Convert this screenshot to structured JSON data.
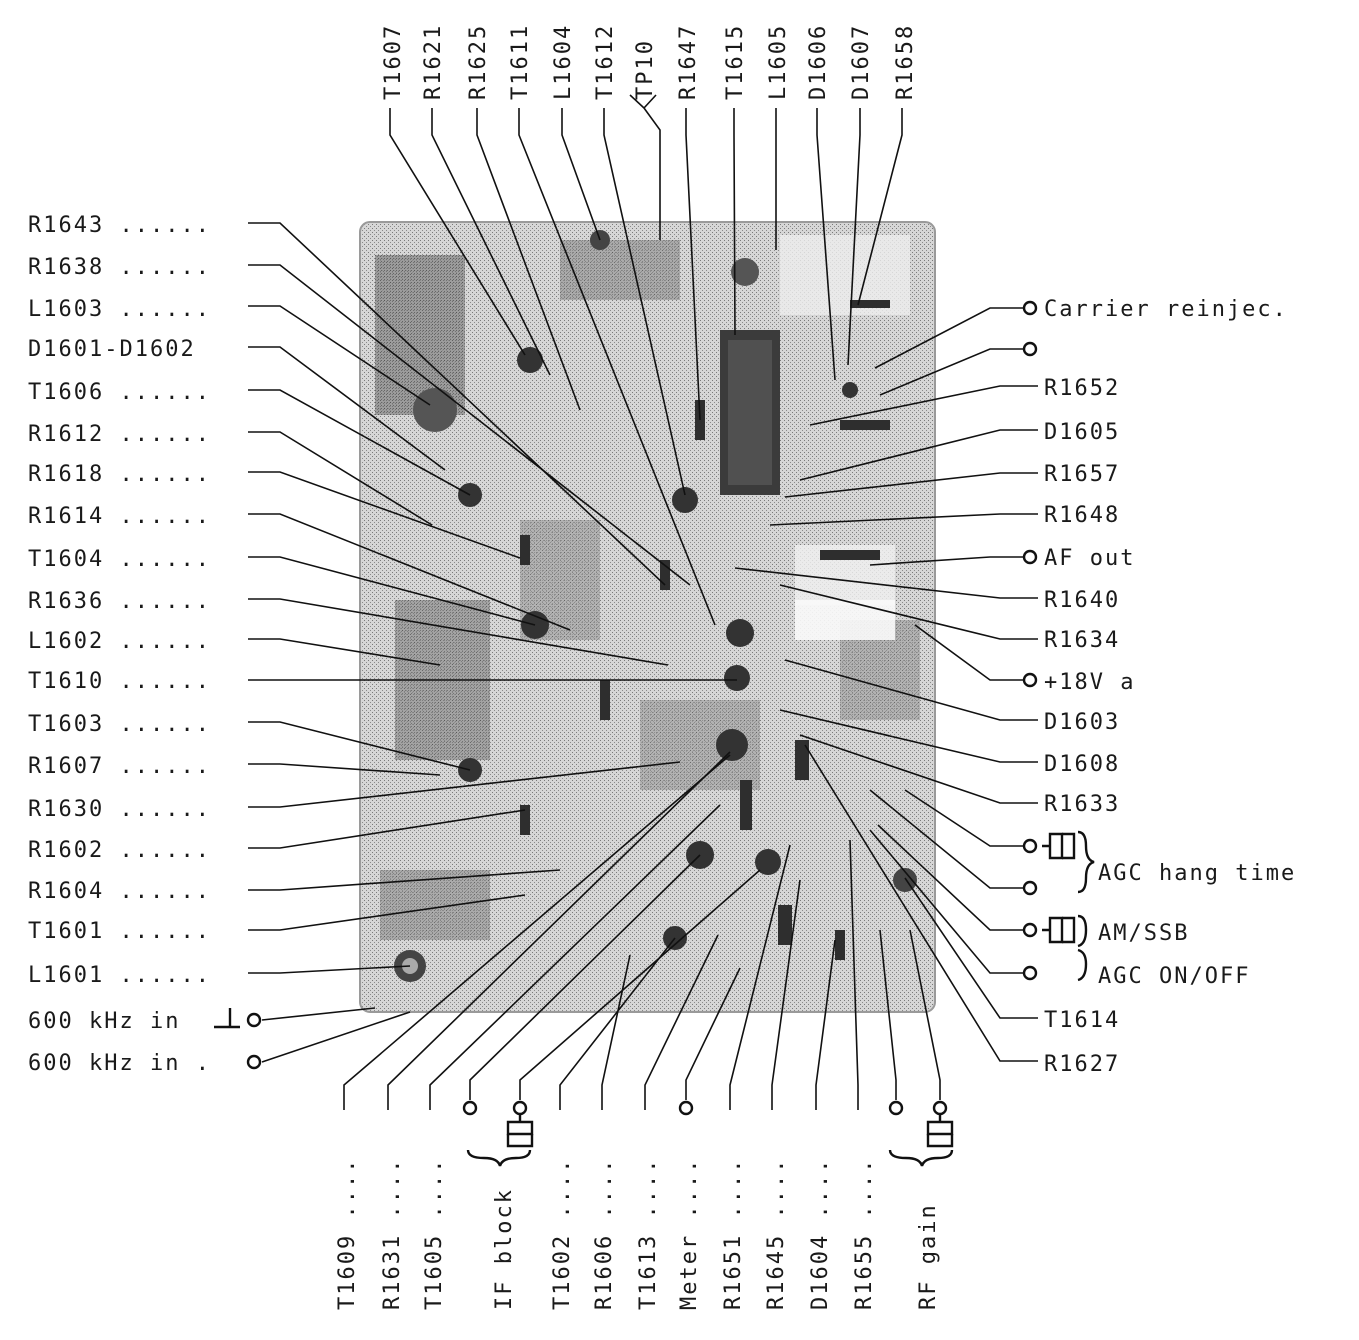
{
  "diagram": {
    "top_labels": [
      "T1607",
      "R1621",
      "R1625",
      "T1611",
      "L1604",
      "T1612",
      "TP10",
      "R1647",
      "T1615",
      "L1605",
      "D1606",
      "D1607",
      "R1658"
    ],
    "left_labels": [
      "R1643 ......",
      "R1638 ......",
      "L1603 ......",
      "D1601-D1602",
      "T1606 ......",
      "R1612 ......",
      "R1618 ......",
      "R1614 ......",
      "T1604 ......",
      "R1636 ......",
      "L1602 ......",
      "T1610 ......",
      "T1603 ......",
      "R1607 ......",
      "R1630 ......",
      "R1602 ......",
      "R1604 ......",
      "T1601 ......",
      "L1601 ......",
      "600 kHz in",
      "600 kHz in ."
    ],
    "right_labels": [
      "Carrier reinjec.",
      "",
      "R1652",
      "D1605",
      "R1657",
      "R1648",
      "AF out",
      "R1640",
      "R1634",
      "+18V a",
      "D1603",
      "D1608",
      "R1633",
      "",
      "",
      "",
      "",
      "T1614",
      "R1627"
    ],
    "right_groups": [
      "AGC hang time",
      "AM/SSB",
      "AGC ON/OFF"
    ],
    "bottom_labels": [
      "T1609 ....",
      "R1631 ....",
      "T1605 ....",
      "IF block",
      "T1602 ....",
      "R1606 ....",
      "T1613 ....",
      "Meter ....",
      "R1651 ....",
      "R1645 ....",
      "D1604 ....",
      "R1655 ....",
      "RF gain"
    ]
  },
  "colors": {
    "ink": "#111111",
    "board_light": "#cfcfcf",
    "board_dark": "#6e6e6e",
    "paper": "#ffffff"
  }
}
